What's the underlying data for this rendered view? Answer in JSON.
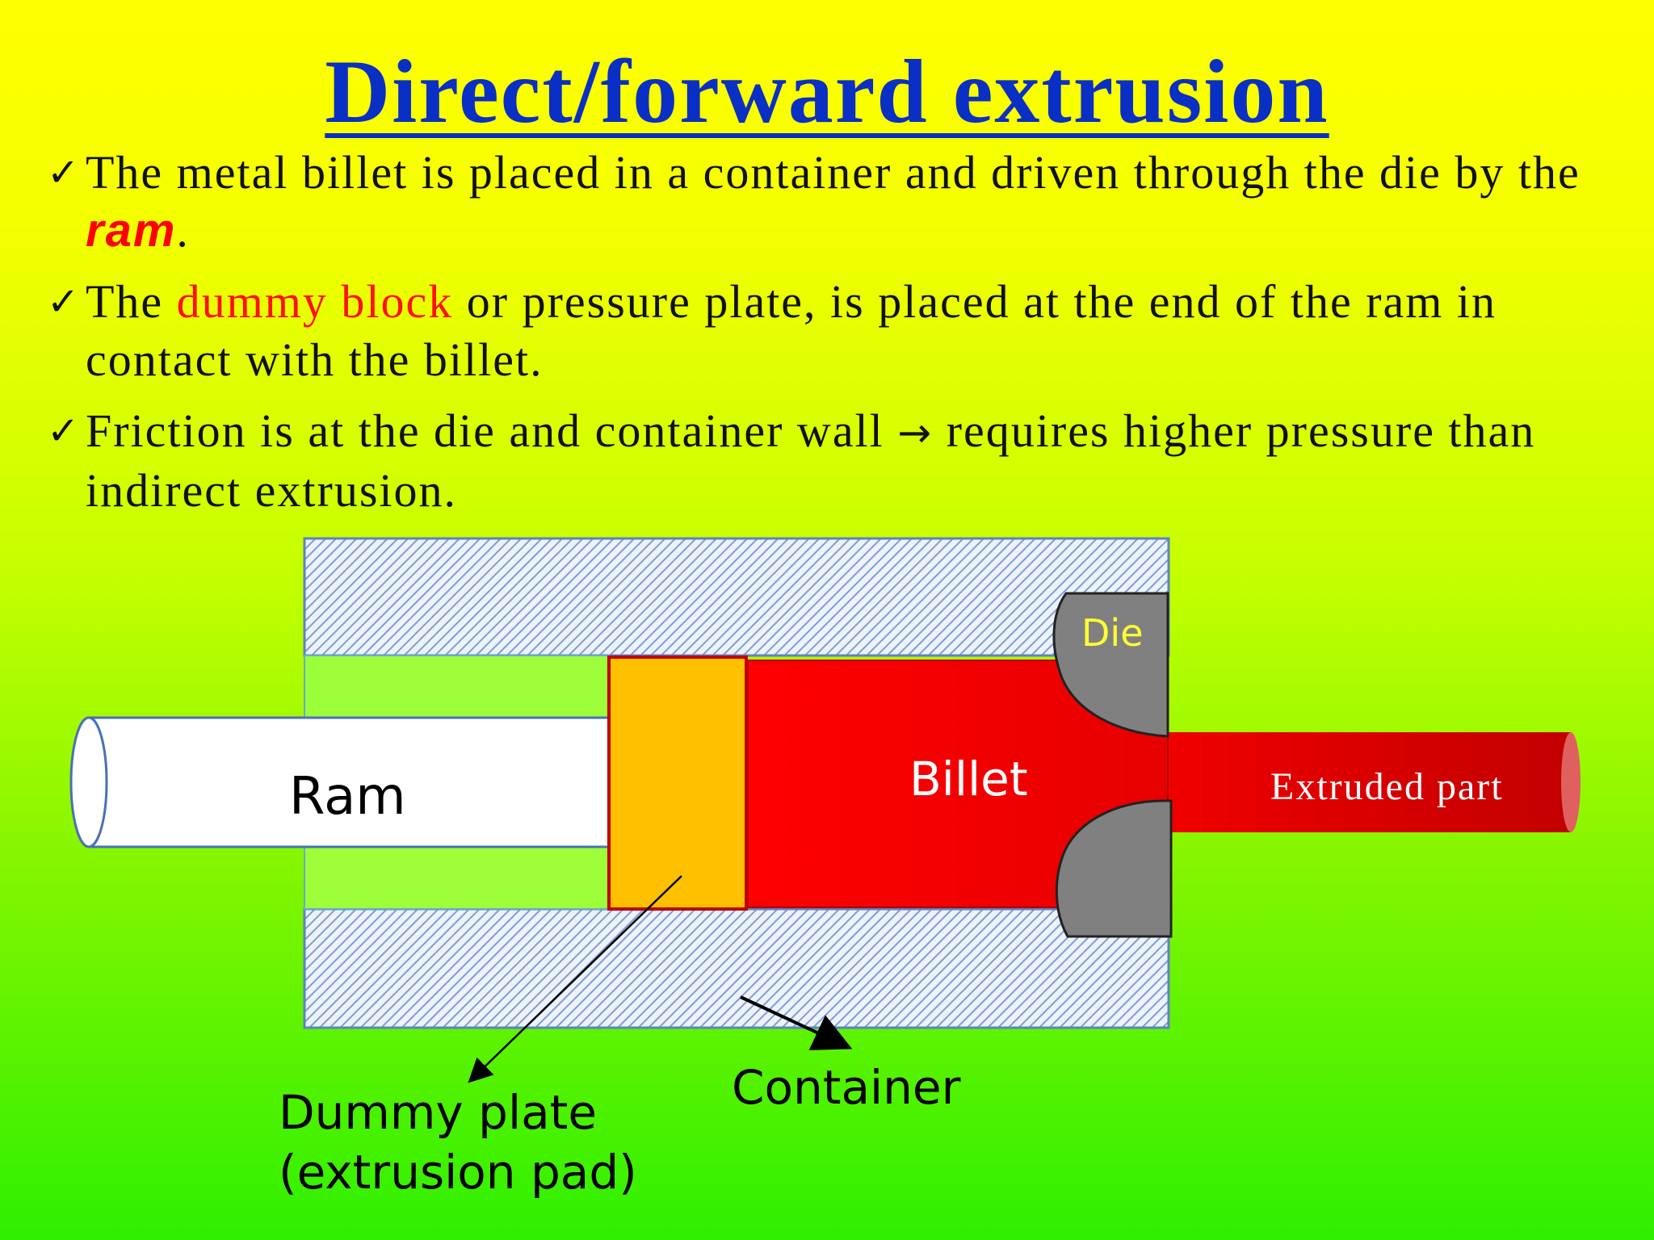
{
  "title": "Direct/forward extrusion",
  "bullets": [
    {
      "tick": "✓",
      "a": "The metal billet is placed in a container and driven through the die by the ",
      "em": "ram",
      "b": "."
    },
    {
      "tick": "✓",
      "a": "The ",
      "em": "dummy block",
      "b": " or pressure plate, is placed at the end of the ram in contact with the billet."
    },
    {
      "tick": "✓",
      "a": "Friction is at the die and container wall ",
      "arrow": "→",
      "b": " requires higher pressure than indirect extrusion."
    }
  ],
  "diagram": {
    "ram": "Ram",
    "billet": "Billet",
    "die": "Die",
    "extruded": "Extruded part",
    "container": "Container",
    "dummy_line1": "Dummy plate",
    "dummy_line2": "(extrusion pad)"
  },
  "colors": {
    "title": "#0a2fc4",
    "billet": "#ff0000",
    "dummy": "#ffc000",
    "die": "#808080",
    "gap": "#9cff3a",
    "hatch": "#7e9ed6"
  }
}
